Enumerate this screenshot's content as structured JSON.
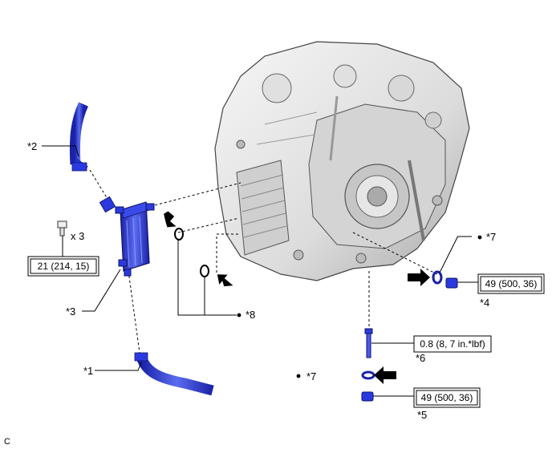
{
  "callouts": {
    "c1": "*1",
    "c2": "*2",
    "c3": "*3",
    "c4": "*4",
    "c5": "*5",
    "c6": "*6",
    "c7a": "*7",
    "c7b": "*7",
    "c8": "*8"
  },
  "quantity_label": "x 3",
  "torque_specs": {
    "bolts": "21 (214, 15)",
    "plug_upper": "49 (500, 36)",
    "plug_lower": "49 (500, 36)",
    "small_bolt": "0.8 (8, 7 in.*lbf)"
  },
  "corner_code": "C",
  "colors": {
    "part_blue": "#2233cc",
    "part_blue_light": "#5a6cf0",
    "line": "#000000",
    "transmission_light": "#eeeeee",
    "transmission_shade": "#b8b8b8"
  },
  "icons": [
    "arrow-icon",
    "bullet-icon",
    "o-ring-icon"
  ]
}
